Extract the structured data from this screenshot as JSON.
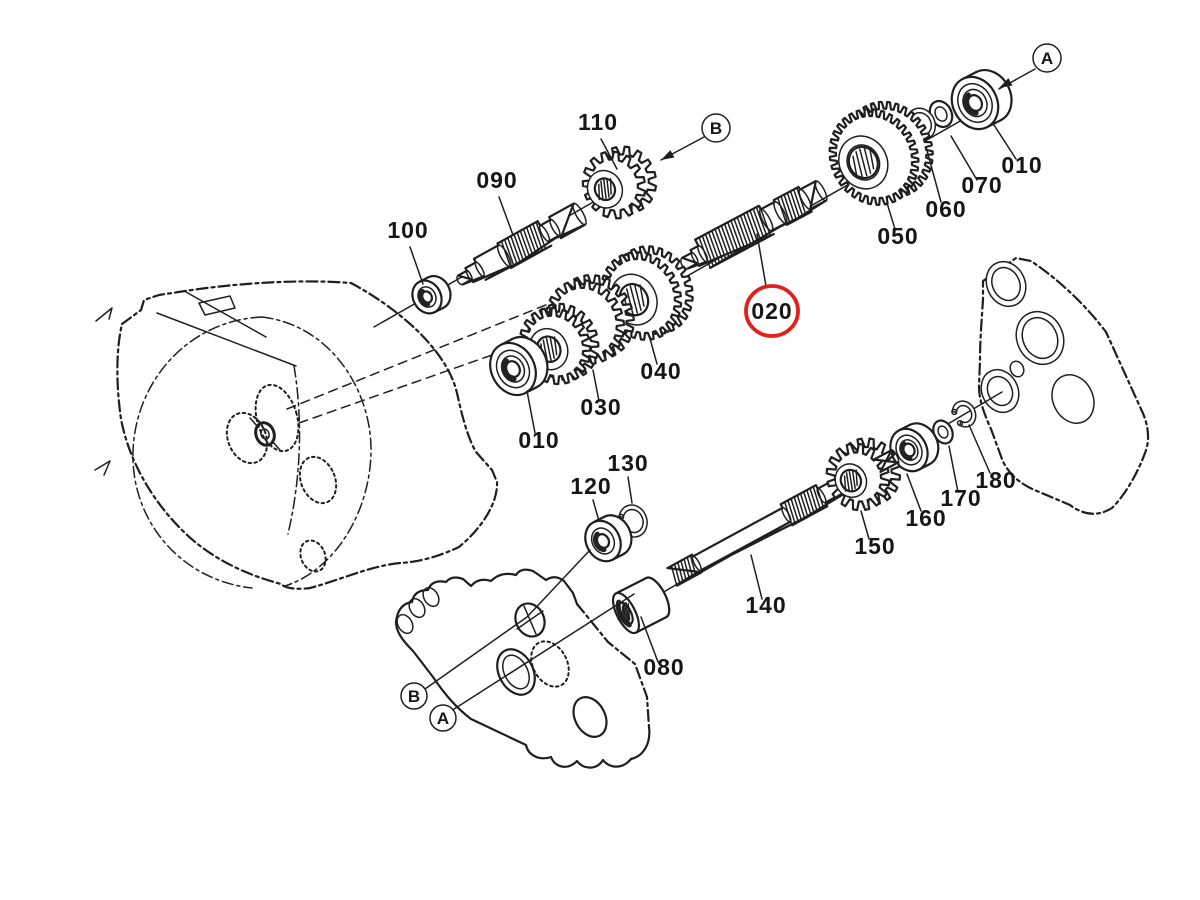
{
  "figure": {
    "kind": "exploded-parts-diagram",
    "line_color": "#1f1f1f",
    "background": "#ffffff"
  },
  "highlight": {
    "part_label": "020",
    "circle_color": "#e2201b"
  },
  "labels": {
    "p010": "010",
    "p020": "020",
    "p030": "030",
    "p040": "040",
    "p050": "050",
    "p060": "060",
    "p070": "070",
    "p080": "080",
    "p090": "090",
    "p100": "100",
    "p110": "110",
    "p120": "120",
    "p130": "130",
    "p140": "140",
    "p150": "150",
    "p160": "160",
    "p170": "170",
    "p180": "180",
    "ref_a": "A",
    "ref_b": "B"
  }
}
